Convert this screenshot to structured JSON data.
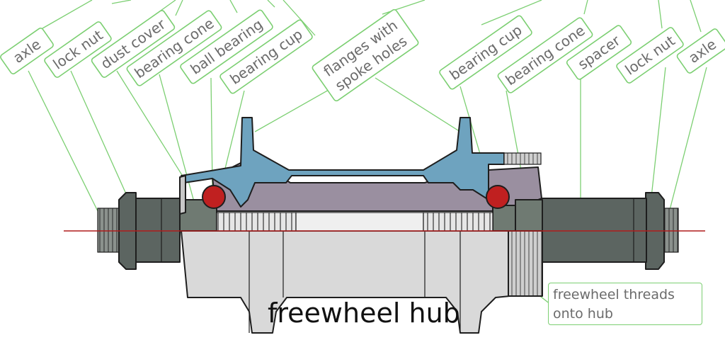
{
  "title": "freewheel hub",
  "labels": {
    "axle_left": "axle",
    "lock_nut_left": "lock nut",
    "dust_cover": "dust cover",
    "bearing_cone_left": "bearing cone",
    "ball_bearing": "ball bearing",
    "bearing_cup_left": "bearing cup",
    "flanges_line1": "flanges with",
    "flanges_line2": "spoke holes",
    "bearing_cup_right": "bearing cup",
    "bearing_cone_right": "bearing cone",
    "spacer": "spacer",
    "lock_nut_right": "lock nut",
    "axle_right": "axle"
  },
  "note": {
    "line1": "freewheel threads",
    "line2": "onto hub"
  },
  "colors": {
    "label_border": "#7ccf72",
    "label_text": "#6b6b6b",
    "hub_shell_cut": "#6ea3bf",
    "hub_interior": "#9a8fa0",
    "hub_body": "#d9d9d9",
    "axle_dark": "#5c6561",
    "bearing_ball": "#c02020",
    "center_line": "#b01c1c"
  }
}
